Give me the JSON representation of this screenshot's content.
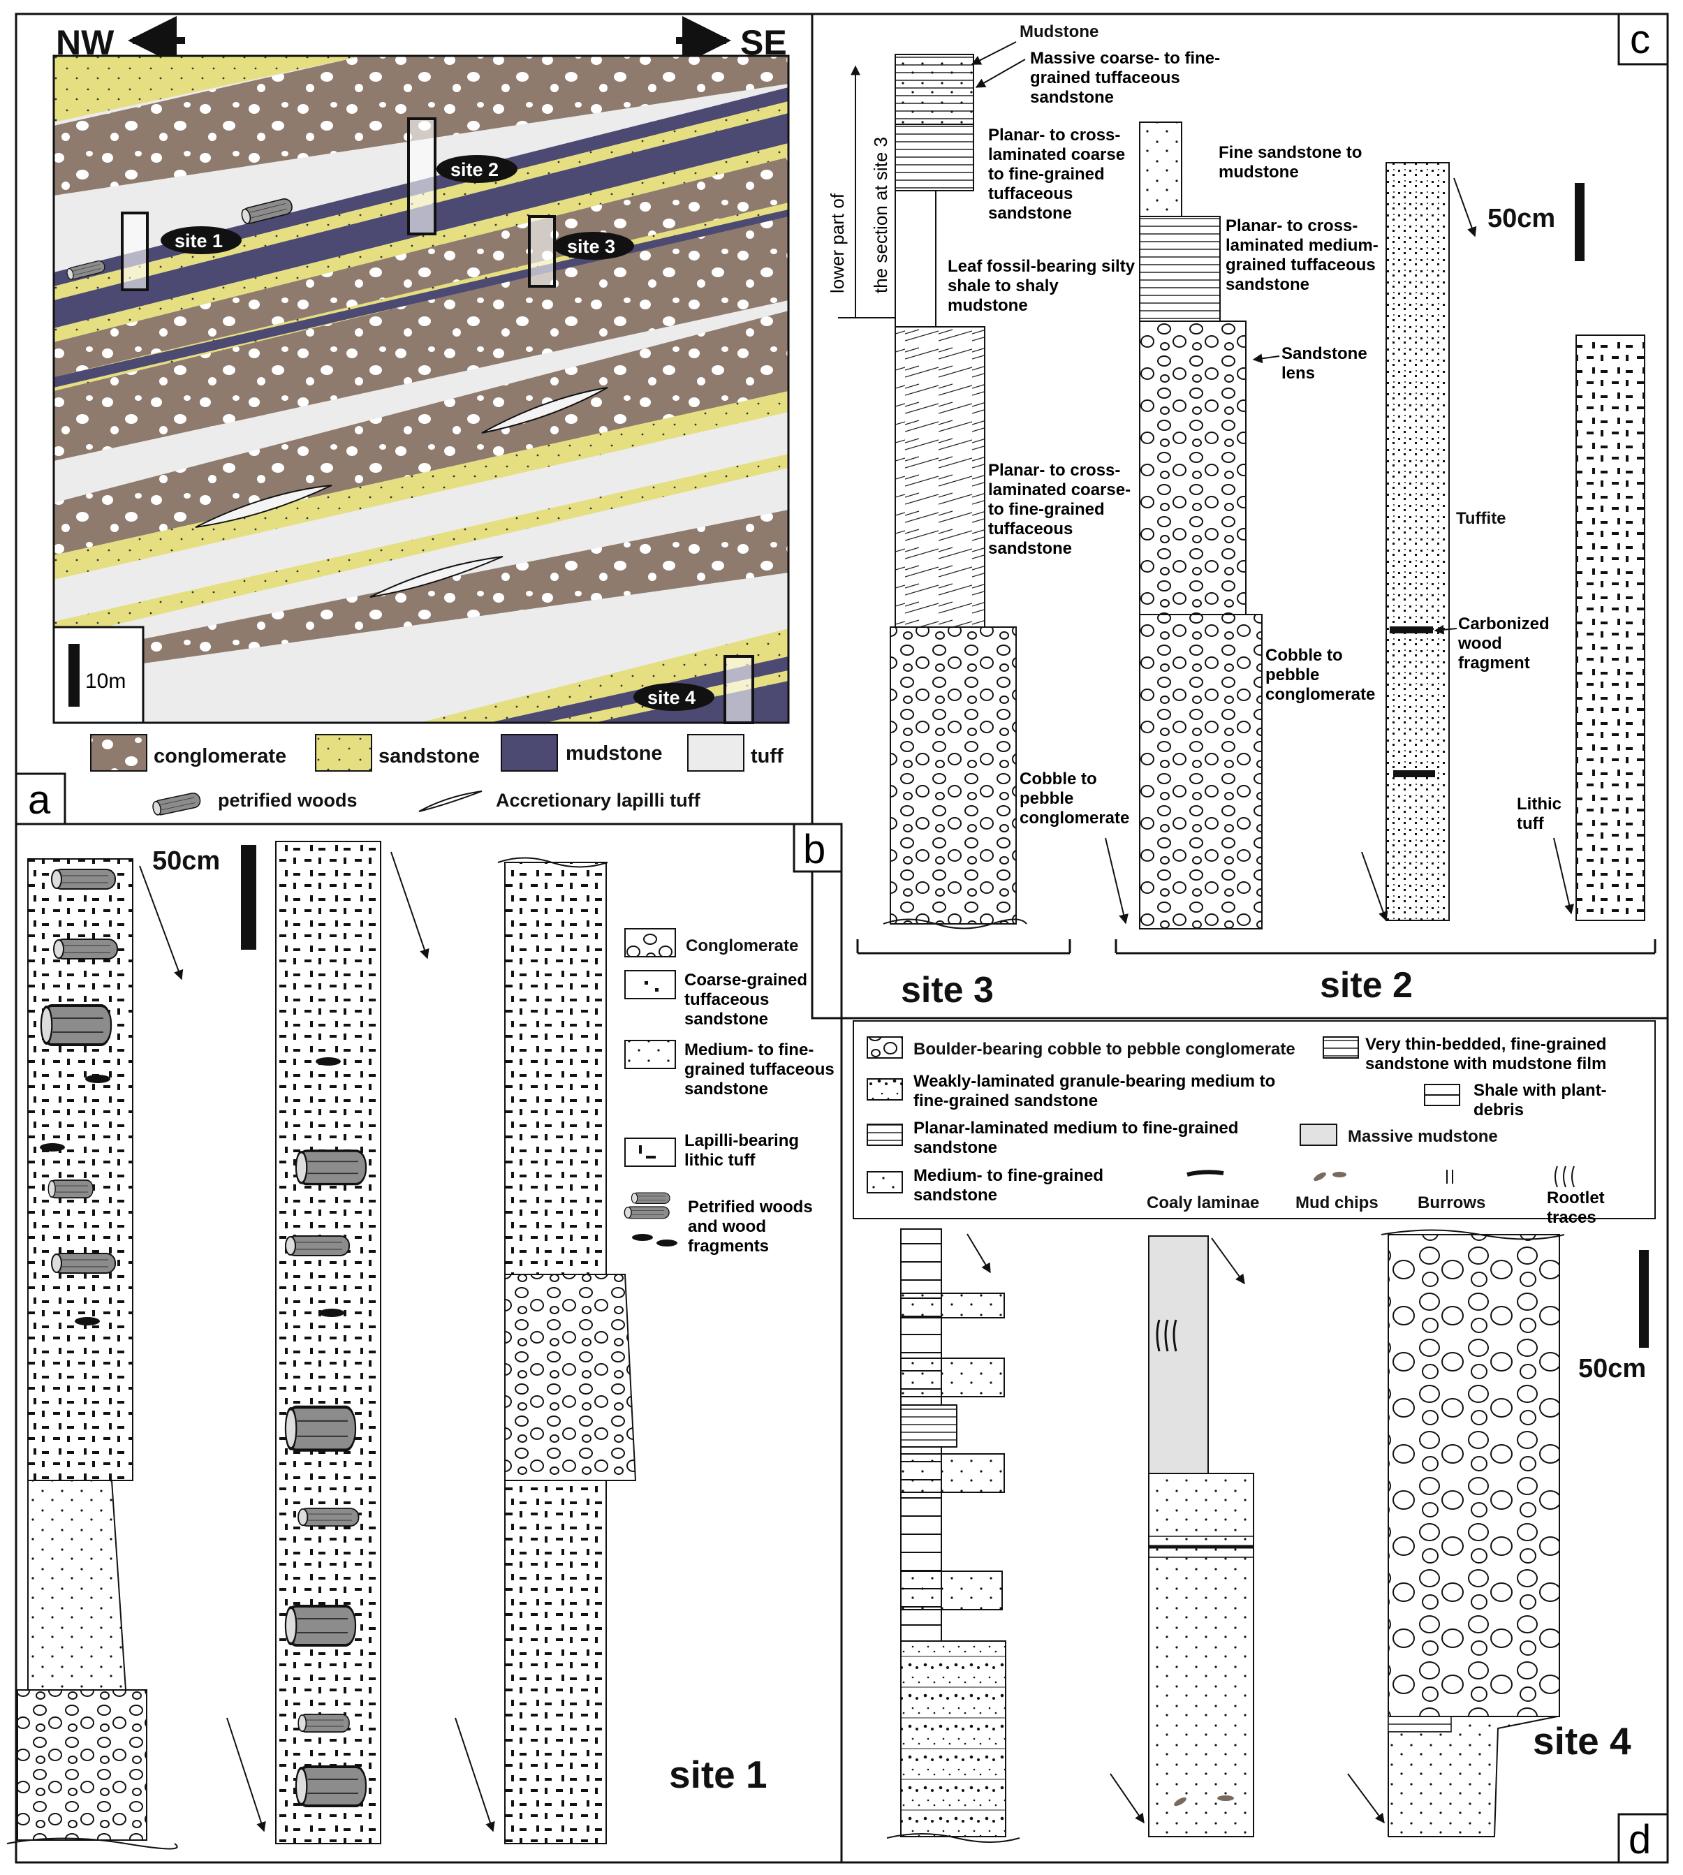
{
  "panel_a": {
    "letter": "a",
    "dir_left": "NW",
    "dir_right": "SE",
    "sites": [
      "site 1",
      "site 2",
      "site 3",
      "site 4"
    ],
    "scale": "10m",
    "legend": [
      {
        "name": "conglomerate",
        "color": "#8e7b6e"
      },
      {
        "name": "sandstone",
        "color": "#e6df82"
      },
      {
        "name": "mudstone",
        "color": "#4c4a72"
      },
      {
        "name": "tuff",
        "color": "#ececec"
      }
    ],
    "legend2": [
      "petrified woods",
      "Accretionary lapilli tuff"
    ]
  },
  "panel_b": {
    "letter": "b",
    "scale": "50cm",
    "site": "site 1",
    "legend": [
      "Conglomerate",
      "Coarse-grained tuffaceous sandstone",
      "Medium- to fine-grained tuffaceous sandstone",
      "Lapilli-bearing lithic tuff",
      "Petrified woods and wood fragments"
    ]
  },
  "panel_c": {
    "letter": "c",
    "scale": "50cm",
    "site3": "site 3",
    "site2": "site 2",
    "vertical_label_1": "lower part of",
    "vertical_label_2": "the section at site 3",
    "labels": [
      "Mudstone",
      "Massive coarse- to fine-grained tuffaceous sandstone",
      "Planar- to cross-laminated coarse to fine-grained tuffaceous sandstone",
      "Leaf fossil-bearing silty shale to shaly mudstone",
      "Planar- to cross-laminated coarse- to fine-grained tuffaceous sandstone",
      "Cobble to pebble conglomerate",
      "Fine sandstone to mudstone",
      "Planar- to cross-laminated medium-grained tuffaceous sandstone",
      "Sandstone lens",
      "Cobble to pebble conglomerate",
      "Tuffite",
      "Carbonized wood fragment",
      "Lithic tuff"
    ]
  },
  "panel_d": {
    "letter": "d",
    "scale": "50cm",
    "site": "site 4",
    "legend": [
      "Boulder-bearing cobble to pebble conglomerate",
      "Very thin-bedded, fine-grained sandstone with mudstone film",
      "Weakly-laminated granule-bearing medium to fine-grained sandstone",
      "Shale with plant-debris",
      "Planar-laminated medium to fine-grained sandstone",
      "Massive mudstone",
      "Medium- to fine-grained sandstone",
      "Coaly laminae",
      "Mud chips",
      "Burrows",
      "Rootlet traces"
    ]
  }
}
